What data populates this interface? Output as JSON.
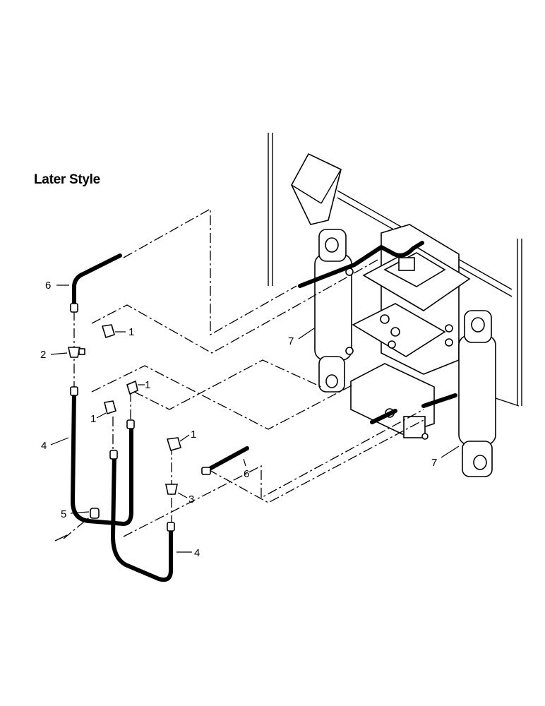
{
  "diagram": {
    "title": "Later Style",
    "callouts": [
      {
        "id": "c1a",
        "text": "1"
      },
      {
        "id": "c1b",
        "text": "1"
      },
      {
        "id": "c1c",
        "text": "1"
      },
      {
        "id": "c1d",
        "text": "1"
      },
      {
        "id": "c2",
        "text": "2"
      },
      {
        "id": "c3",
        "text": "3"
      },
      {
        "id": "c4a",
        "text": "4"
      },
      {
        "id": "c4b",
        "text": "4"
      },
      {
        "id": "c5",
        "text": "5"
      },
      {
        "id": "c6a",
        "text": "6"
      },
      {
        "id": "c6b",
        "text": "6"
      },
      {
        "id": "c7a",
        "text": "7"
      },
      {
        "id": "c7b",
        "text": "7"
      }
    ]
  }
}
